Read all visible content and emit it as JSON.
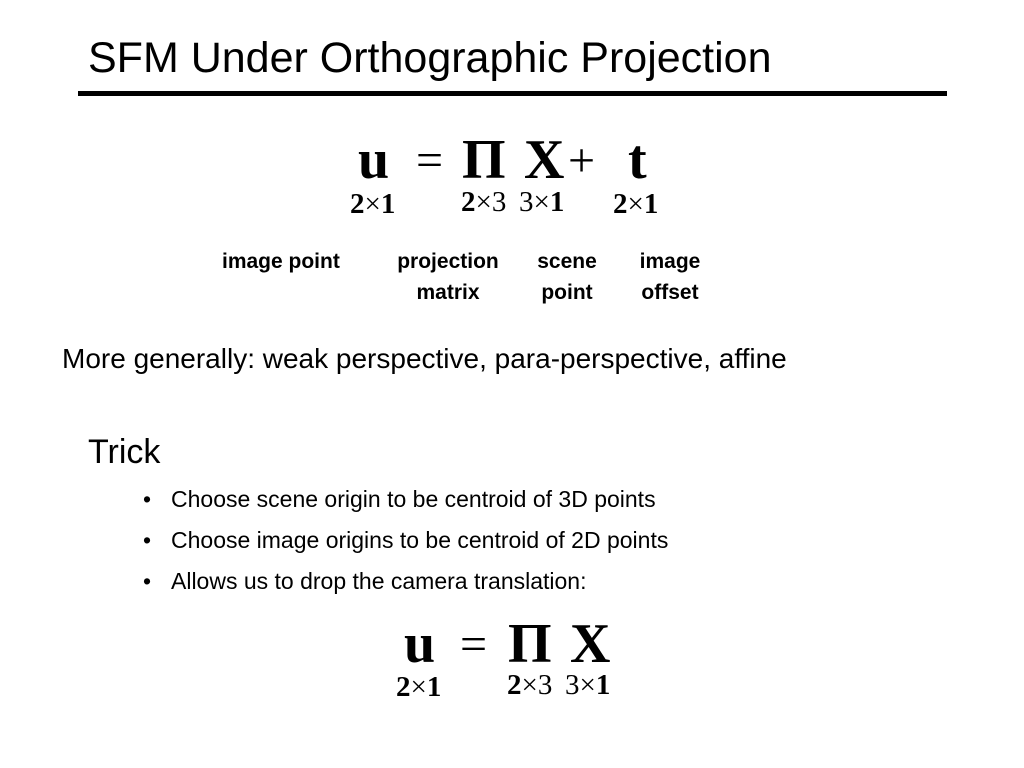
{
  "slide": {
    "title": "SFM Under Orthographic Projection",
    "equation1": {
      "u": "u",
      "equals": "=",
      "pi": "Π",
      "X": "X",
      "plus": "+",
      "t": "t",
      "dim_u": {
        "a": "2",
        "times": "×",
        "b": "1"
      },
      "dim_pi": {
        "a": "2",
        "times": "×",
        "b": "3"
      },
      "dim_X": {
        "a": "3",
        "times": "×",
        "b": "1"
      },
      "dim_t": {
        "a": "2",
        "times": "×",
        "b": "1"
      }
    },
    "labels": {
      "image_point": "image point",
      "projection_line1": "projection",
      "projection_line2": "matrix",
      "scene_line1": "scene",
      "scene_line2": "point",
      "offset_line1": "image",
      "offset_line2": "offset"
    },
    "general_text": "More generally:  weak perspective, para-perspective, affine",
    "trick_heading": "Trick",
    "bullets": [
      "Choose scene origin to be centroid of 3D points",
      "Choose image origins to be centroid of 2D points",
      "Allows us to drop the camera translation:"
    ],
    "bullet_marker": "•",
    "equation2": {
      "u": "u",
      "equals": "=",
      "pi": "Π",
      "X": "X",
      "dim_u": {
        "a": "2",
        "times": "×",
        "b": "1"
      },
      "dim_pi": {
        "a": "2",
        "times": "×",
        "b": "3"
      },
      "dim_X": {
        "a": "3",
        "times": "×",
        "b": "1"
      }
    }
  }
}
